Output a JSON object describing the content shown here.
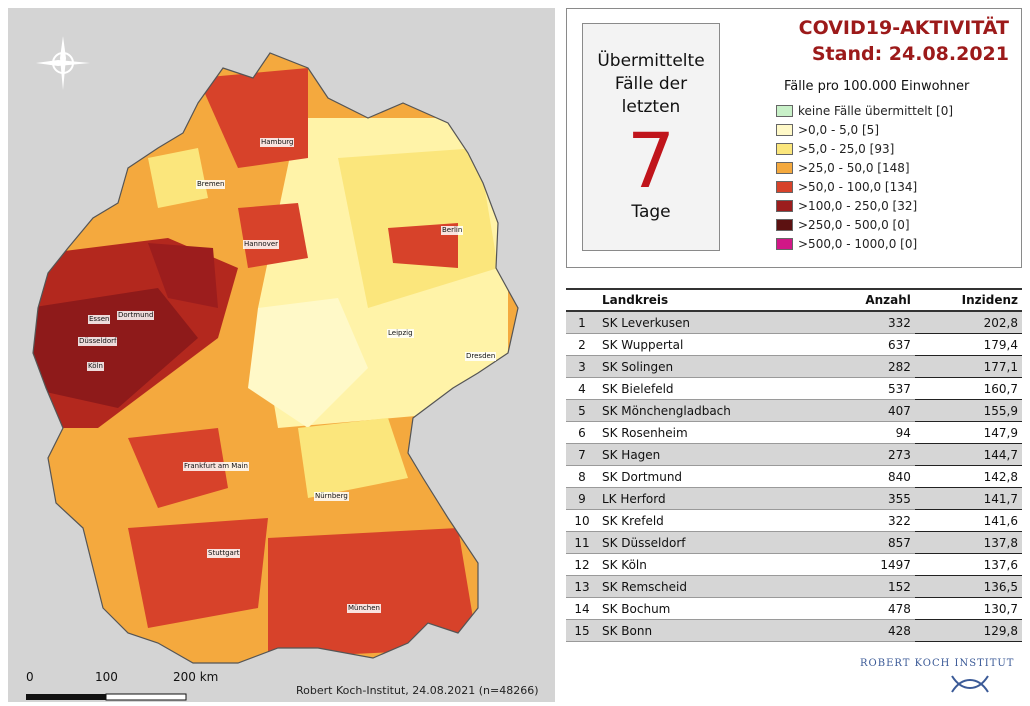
{
  "map": {
    "cities": [
      "Hamburg",
      "Bremen",
      "Berlin",
      "Hannover",
      "Essen",
      "Dortmund",
      "Düsseldorf",
      "Köln",
      "Leipzig",
      "Dresden",
      "Frankfurt am Main",
      "Nürnberg",
      "Stuttgart",
      "München"
    ],
    "scale": {
      "labels": [
        "0",
        "100",
        "200 km"
      ]
    },
    "credit": "Robert Koch-Institut, 24.08.2021 (n=48266)",
    "colors": {
      "background": "#e3e3e3",
      "outside": "#cfcfcf"
    }
  },
  "panel": {
    "seven_lines": [
      "Übermittelte",
      "Fälle der",
      "letzten"
    ],
    "seven_number": "7",
    "seven_unit": "Tage",
    "title1": "COVID19-AKTIVITÄT",
    "title2": "Stand: 24.08.2021",
    "subtitle": "Fälle pro 100.000 Einwohner",
    "legend": [
      {
        "label": "keine Fälle übermittelt [0]",
        "color": "#c8f0c8"
      },
      {
        "label": ">0,0 - 5,0 [5]",
        "color": "#fff9c8"
      },
      {
        "label": ">5,0 - 25,0 [93]",
        "color": "#fbe67c"
      },
      {
        "label": ">25,0 - 50,0 [148]",
        "color": "#f4a93e"
      },
      {
        "label": ">50,0 - 100,0 [134]",
        "color": "#d7422a"
      },
      {
        "label": ">100,0 - 250,0 [32]",
        "color": "#9c1d1d"
      },
      {
        "label": ">250,0 - 500,0 [0]",
        "color": "#5c1111"
      },
      {
        "label": ">500,0 - 1000,0 [0]",
        "color": "#d11787"
      }
    ]
  },
  "table": {
    "headers": [
      "",
      "Landkreis",
      "Anzahl",
      "Inzidenz"
    ],
    "rows": [
      [
        "1",
        "SK Leverkusen",
        "332",
        "202,8"
      ],
      [
        "2",
        "SK Wuppertal",
        "637",
        "179,4"
      ],
      [
        "3",
        "SK Solingen",
        "282",
        "177,1"
      ],
      [
        "4",
        "SK Bielefeld",
        "537",
        "160,7"
      ],
      [
        "5",
        "SK Mönchengladbach",
        "407",
        "155,9"
      ],
      [
        "6",
        "SK Rosenheim",
        "94",
        "147,9"
      ],
      [
        "7",
        "SK Hagen",
        "273",
        "144,7"
      ],
      [
        "8",
        "SK Dortmund",
        "840",
        "142,8"
      ],
      [
        "9",
        "LK Herford",
        "355",
        "141,7"
      ],
      [
        "10",
        "SK Krefeld",
        "322",
        "141,6"
      ],
      [
        "11",
        "SK Düsseldorf",
        "857",
        "137,8"
      ],
      [
        "12",
        "SK Köln",
        "1497",
        "137,6"
      ],
      [
        "13",
        "SK Remscheid",
        "152",
        "136,5"
      ],
      [
        "14",
        "SK Bochum",
        "478",
        "130,7"
      ],
      [
        "15",
        "SK Bonn",
        "428",
        "129,8"
      ]
    ]
  },
  "rki": {
    "label": "ROBERT KOCH INSTITUT"
  }
}
